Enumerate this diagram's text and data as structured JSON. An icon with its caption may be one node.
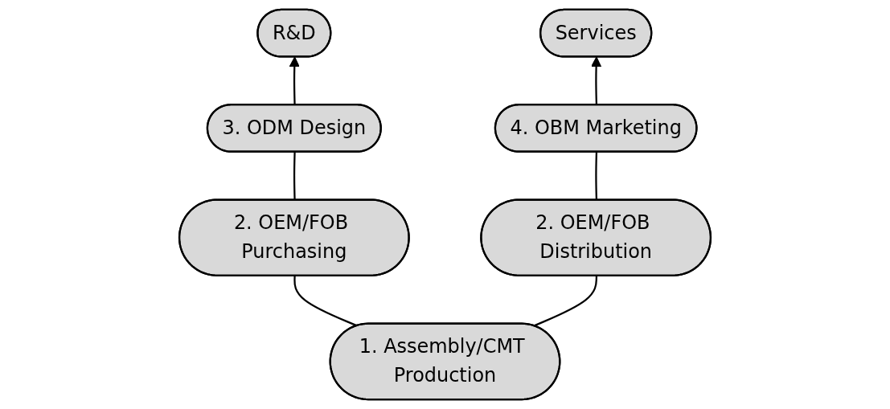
{
  "diagram": {
    "nodes": [
      {
        "text": [
          "R&D"
        ]
      },
      {
        "text": [
          "Services"
        ]
      },
      {
        "text": [
          "3. ODM Design"
        ]
      },
      {
        "text": [
          "4. OBM Marketing"
        ]
      },
      {
        "text": [
          "2. OEM/FOB Purchasing"
        ]
      },
      {
        "text": [
          "2. OEM/FOB Distribution"
        ]
      },
      {
        "text": [
          "1. Assembly/CMT Production"
        ]
      }
    ],
    "edges": [
      {
        "from": 2,
        "to": 0,
        "arrow": "to"
      },
      {
        "from": 4,
        "to": 2,
        "arrow": "none"
      },
      {
        "from": 6,
        "to": 4,
        "arrow": "none"
      },
      {
        "from": 6,
        "to": 5,
        "arrow": "none"
      },
      {
        "from": 5,
        "to": 3,
        "arrow": "none"
      },
      {
        "from": 3,
        "to": 1,
        "arrow": "to"
      }
    ]
  }
}
